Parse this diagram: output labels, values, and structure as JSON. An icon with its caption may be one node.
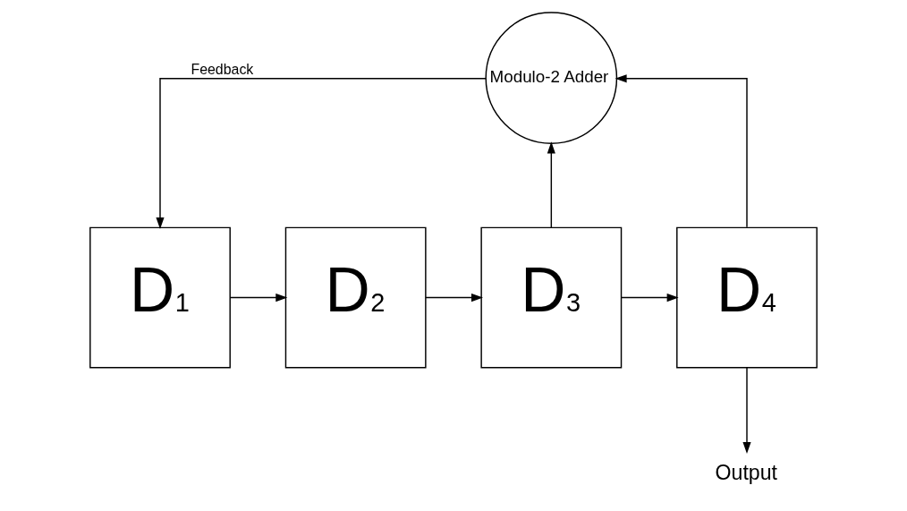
{
  "diagram": {
    "nodes": [
      {
        "text": [
          "Modulo-2 Adder"
        ]
      },
      {
        "text": [
          "D$_{1}$"
        ]
      },
      {
        "text": [
          "D$_{2}$"
        ]
      },
      {
        "text": [
          "D$_{3}$"
        ]
      },
      {
        "text": [
          "D$_{4}$"
        ]
      },
      {
        "text": [
          "Output"
        ]
      }
    ],
    "edges": [
      {
        "from": 0,
        "to": 1,
        "arrow": "to",
        "label": "Feedback"
      },
      {
        "from": 1,
        "to": 2,
        "arrow": "to"
      },
      {
        "from": 2,
        "to": 3,
        "arrow": "to"
      },
      {
        "from": 3,
        "to": 4,
        "arrow": "to"
      },
      {
        "from": 3,
        "to": 0,
        "arrow": "to"
      },
      {
        "from": 4,
        "to": 0,
        "arrow": "to"
      },
      {
        "from": 4,
        "to": 5,
        "arrow": "to"
      }
    ]
  }
}
